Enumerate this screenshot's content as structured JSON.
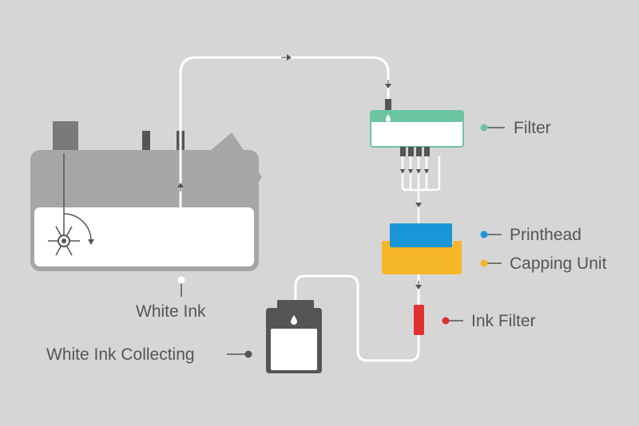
{
  "labels": {
    "filter": "Filter",
    "printhead": "Printhead",
    "capping_unit": "Capping Unit",
    "ink_filter": "Ink Filter",
    "white_ink": "White Ink",
    "white_ink_collecting": "White Ink Collecting"
  },
  "colors": {
    "background": "#d6d6d6",
    "tank": "#a6a6a6",
    "tank_dark": "#7a7a7a",
    "tube": "#ffffff",
    "filter_green": "#6cc4a0",
    "printhead_blue": "#1a96d8",
    "capping_yellow": "#f5b627",
    "ink_filter_red": "#e03030",
    "collector_dark": "#555555",
    "text": "#555555"
  },
  "icons": [
    "arrow-right-icon",
    "arrow-down-icon",
    "arrow-up-icon",
    "drop-icon",
    "stirrer-icon",
    "rotation-arrow-icon"
  ]
}
